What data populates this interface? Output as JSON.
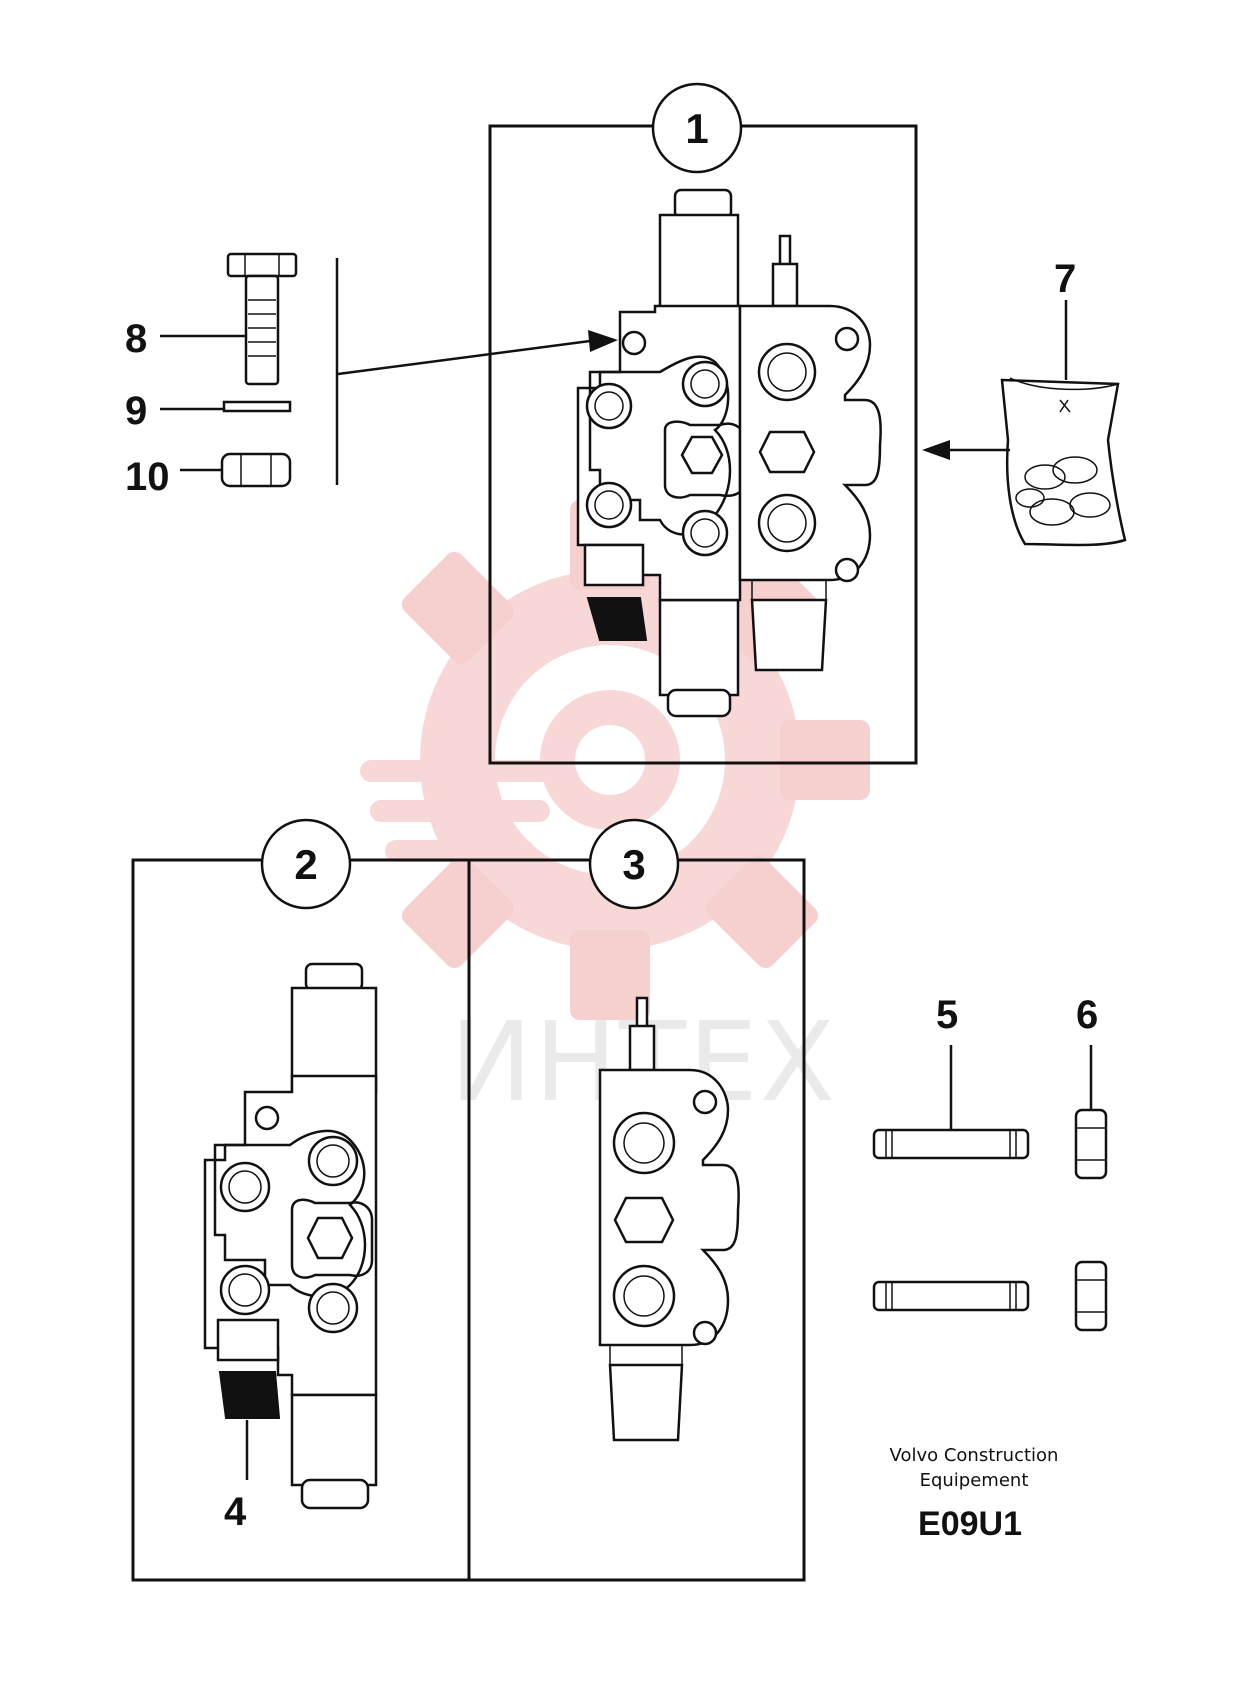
{
  "watermark": {
    "text": "ИНТЕХ",
    "color": "#f3c3c3"
  },
  "callouts": {
    "c1": "1",
    "c2": "2",
    "c3": "3",
    "c4": "4",
    "c5": "5",
    "c6": "6",
    "c7": "7",
    "c8": "8",
    "c9": "9",
    "c10": "10"
  },
  "footer": {
    "manufacturer_line1": "Volvo Construction",
    "manufacturer_line2": "Equipement",
    "code": "E09U1"
  },
  "icons": [
    "control-valve-assembly",
    "valve-section",
    "end-cover",
    "bolt",
    "washer",
    "hex-nut",
    "seal-kit-bag",
    "tie-rod",
    "cap"
  ]
}
